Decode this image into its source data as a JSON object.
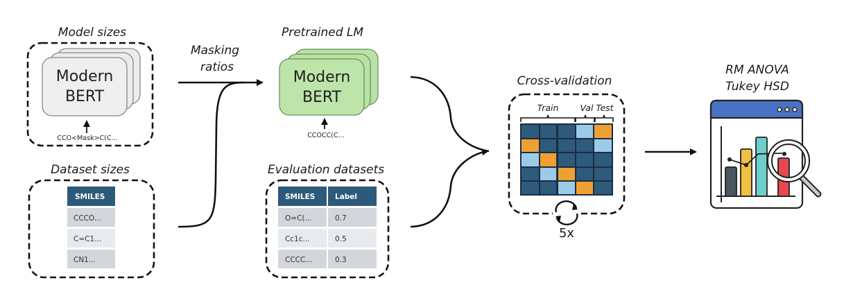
{
  "figure": {
    "model_sizes": {
      "title": "Model sizes",
      "model_label_line1": "Modern",
      "model_label_line2": "BERT",
      "input_example": "CCO<Mask>C(C..."
    },
    "masking": {
      "label_line1": "Masking",
      "label_line2": "ratios"
    },
    "pretrained": {
      "title": "Pretrained LM",
      "model_label_line1": "Modern",
      "model_label_line2": "BERT",
      "input_example": "CCOCC(C...",
      "card_color": "#b9e3a6"
    },
    "dataset_sizes": {
      "title": "Dataset sizes",
      "header": "SMILES",
      "rows": [
        "CCCO...",
        "C=C1...",
        "CN1..."
      ]
    },
    "evaluation": {
      "title": "Evaluation datasets",
      "headers": [
        "SMILES",
        "Label"
      ],
      "rows": [
        [
          "O=C(...",
          "0.7"
        ],
        [
          "Cc1c...",
          "0.5"
        ],
        [
          "CCCC...",
          "0.3"
        ]
      ]
    },
    "cross_validation": {
      "title": "Cross-validation",
      "split_labels": [
        "Train",
        "Val",
        "Test"
      ],
      "repeat_label": "5x",
      "grid": [
        [
          "train",
          "train",
          "train",
          "val",
          "test"
        ],
        [
          "test",
          "train",
          "train",
          "train",
          "val"
        ],
        [
          "val",
          "test",
          "train",
          "train",
          "train"
        ],
        [
          "train",
          "val",
          "test",
          "train",
          "train"
        ],
        [
          "train",
          "train",
          "val",
          "test",
          "train"
        ]
      ],
      "colors": {
        "train": "#2e5a7c",
        "val": "#9ccbe8",
        "test": "#f0a032"
      }
    },
    "statistics": {
      "title_line1": "RM ANOVA",
      "title_line2": "Tukey HSD",
      "header_color": "#4a72c4",
      "bar_colors": [
        "#4a5660",
        "#f2c041",
        "#6dcfcb",
        "#e8474f"
      ]
    },
    "colors": {
      "table_header": "#2d5a7b",
      "row_dark": "#d3d6da",
      "row_light": "#e8ebee",
      "model_card": "#ececec"
    }
  }
}
